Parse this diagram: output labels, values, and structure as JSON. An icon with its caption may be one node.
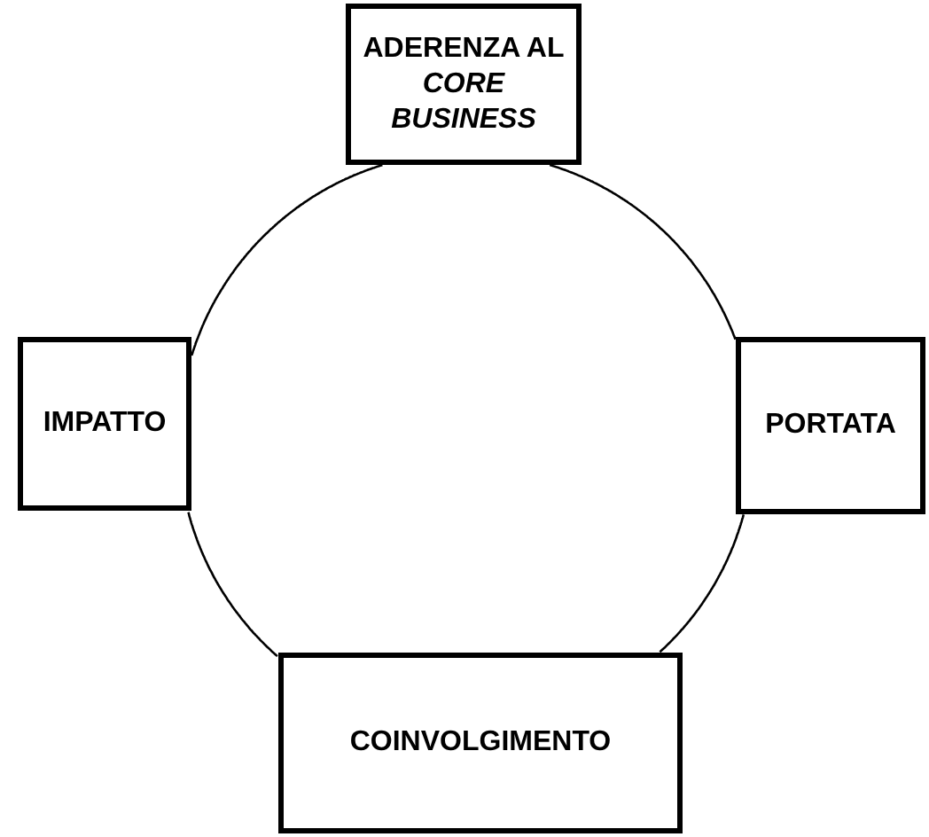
{
  "diagram": {
    "nodes": [
      {
        "text": [
          "ADERENZA AL *CORE BUSINESS*"
        ]
      },
      {
        "text": [
          "IMPATTO"
        ]
      },
      {
        "text": [
          "PORTATA"
        ]
      },
      {
        "text": [
          "COINVOLGIMENTO"
        ]
      }
    ],
    "edges": [
      {
        "from": 0,
        "to": 2,
        "arrow": "none"
      },
      {
        "from": 2,
        "to": 3,
        "arrow": "none"
      },
      {
        "from": 3,
        "to": 1,
        "arrow": "none"
      },
      {
        "from": 1,
        "to": 0,
        "arrow": "none"
      }
    ]
  }
}
